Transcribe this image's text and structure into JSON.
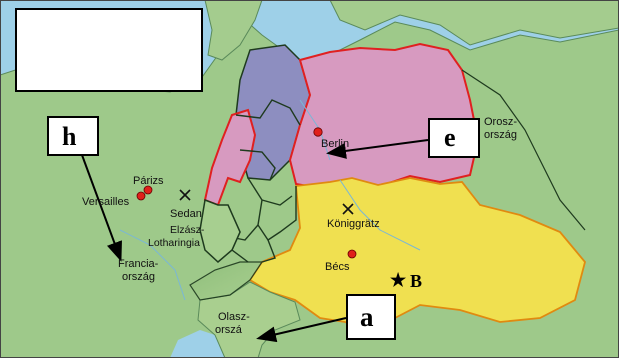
{
  "map": {
    "title_box_text": "",
    "labels": {
      "h": "h",
      "e": "e",
      "a": "a",
      "b": "B",
      "star": "★"
    },
    "places": {
      "berlin": "Berlin",
      "orosz_1": "Orosz-",
      "orosz_2": "ország",
      "parizs": "Párizs",
      "versailles": "Versailles",
      "sedan": "Sedan",
      "elzasz_1": "Elzász-",
      "elzasz_2": "Lotharingia",
      "koniggratz": "Königgrätz",
      "becs": "Bécs",
      "francia_1": "Francia-",
      "francia_2": "ország",
      "olasz_1": "Olasz-",
      "olasz_2": "orszá"
    },
    "colors": {
      "sea": "#9ed0e8",
      "land": "#9ec98a",
      "prussia": "#d79ac0",
      "north_states": "#8d8ec0",
      "austria": "#f0e050",
      "border_red": "#e02020",
      "border_dark": "#1e3a1e",
      "city_dot": "#e0201a"
    },
    "icons": [
      "battle-cross-icon",
      "star-icon",
      "city-dot-icon",
      "arrow-icon"
    ]
  }
}
